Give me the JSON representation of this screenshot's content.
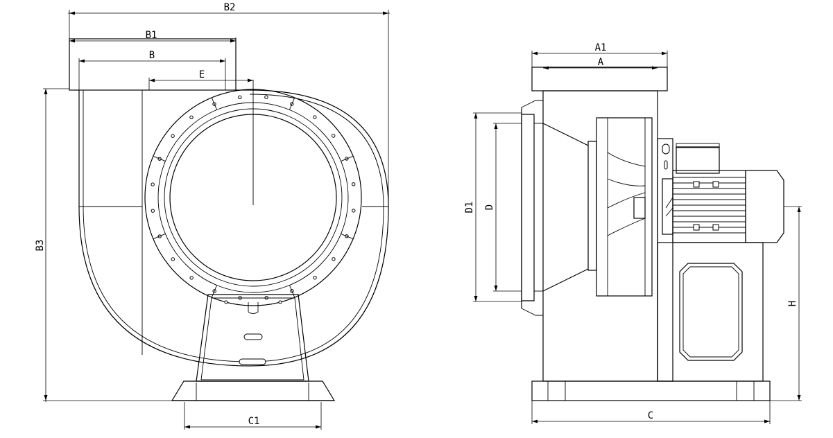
{
  "front_view": {
    "dimensions": {
      "b2": "B2",
      "b1": "B1",
      "b": "B",
      "e": "E",
      "b3": "B3",
      "c1": "C1"
    }
  },
  "side_view": {
    "dimensions": {
      "a1": "A1",
      "a": "A",
      "d1": "D1",
      "d": "D",
      "h": "H",
      "c": "C"
    }
  },
  "colors": {
    "line": "#000000",
    "background": "#ffffff"
  }
}
